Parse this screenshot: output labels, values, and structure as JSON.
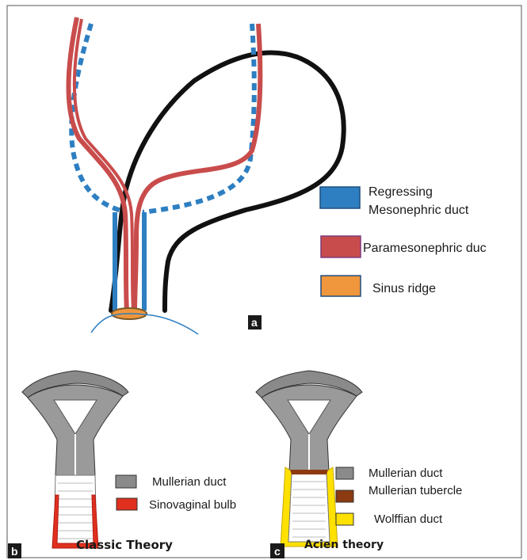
{
  "panel_a": {
    "letter": "a",
    "legend": [
      {
        "line1": "Regressing",
        "line2": "Mesonephric duct",
        "color": "#2e7fc1"
      },
      {
        "line1": "Paramesonephric duc",
        "line2": "",
        "color": "#c94c4c"
      },
      {
        "line1": "Sinus ridge",
        "line2": "",
        "color": "#f0963c"
      }
    ]
  },
  "panel_b": {
    "letter": "b",
    "title": "Classic Theory",
    "legend": [
      {
        "label": "Mullerian duct",
        "color": "#8a8a8a"
      },
      {
        "label": "Sinovaginal bulb",
        "color": "#e0301e"
      }
    ]
  },
  "panel_c": {
    "letter": "c",
    "title": "Acien theory",
    "legend": [
      {
        "label": "Mullerian duct",
        "color": "#8a8a8a"
      },
      {
        "label": "Mullerian tubercle",
        "color": "#8b3a12"
      },
      {
        "label": "Wolffian duct",
        "color": "#ffe100"
      }
    ]
  },
  "colors": {
    "mesonephric": "#2e7fc1",
    "paramesonephric": "#c94c4c",
    "sinus_ridge": "#f0963c",
    "outline": "#111111",
    "uterus_gray": "#8a8a8a",
    "frame": "#555555"
  }
}
